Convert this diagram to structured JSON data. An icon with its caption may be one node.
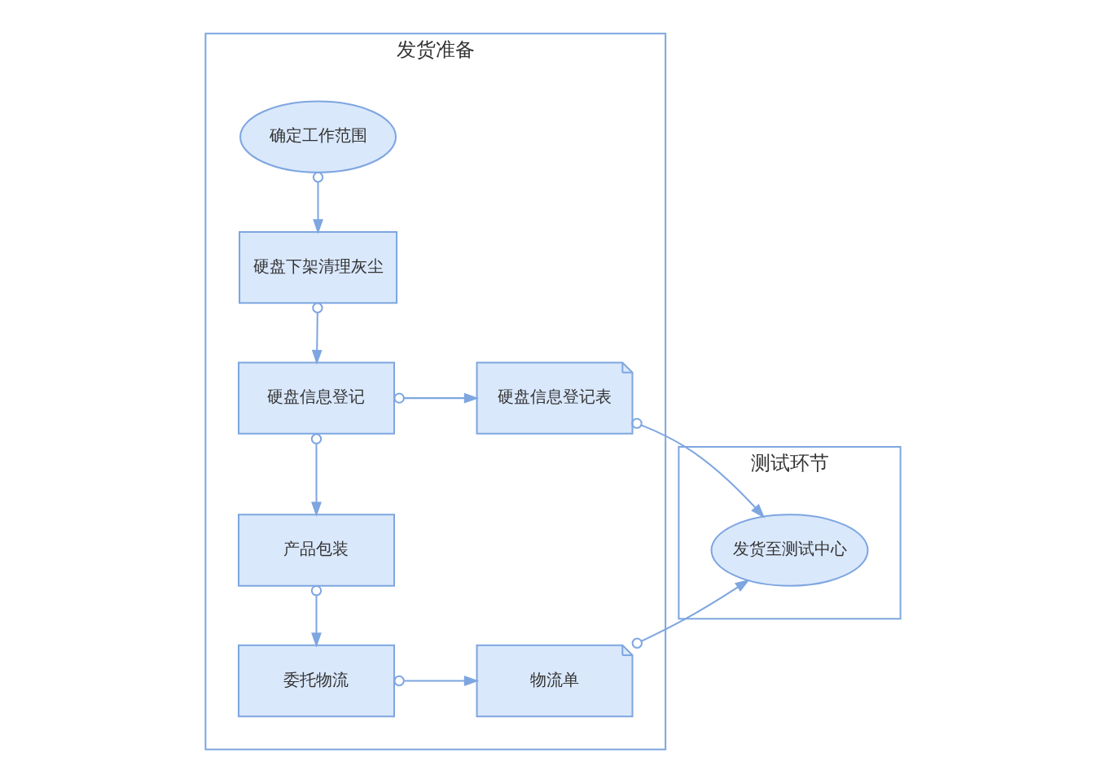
{
  "diagram": {
    "nodes": [
      {
        "text": [
          "发货准备"
        ]
      },
      {
        "text": [
          "测试环节"
        ]
      },
      {
        "text": [
          "确定工作范围"
        ],
        "in": 0
      },
      {
        "text": [
          "硬盘下架清理灰尘"
        ],
        "in": 0
      },
      {
        "text": [
          "硬盘信息登记"
        ],
        "in": 0
      },
      {
        "text": [
          "硬盘信息登记表"
        ],
        "in": 0
      },
      {
        "text": [
          "产品包装"
        ],
        "in": 0
      },
      {
        "text": [
          "委托物流"
        ],
        "in": 0
      },
      {
        "text": [
          "物流单"
        ],
        "in": 0
      },
      {
        "text": [
          "发货至测试中心"
        ],
        "in": 1
      }
    ],
    "edges": [
      {
        "from": 2,
        "to": 3,
        "arrow": "to"
      },
      {
        "from": 3,
        "to": 4,
        "arrow": "to"
      },
      {
        "from": 4,
        "to": 5,
        "arrow": "to"
      },
      {
        "from": 4,
        "to": 6,
        "arrow": "to"
      },
      {
        "from": 6,
        "to": 7,
        "arrow": "to"
      },
      {
        "from": 7,
        "to": 8,
        "arrow": "to"
      },
      {
        "from": 5,
        "to": 9,
        "arrow": "to"
      },
      {
        "from": 8,
        "to": 9,
        "arrow": "to"
      }
    ]
  }
}
